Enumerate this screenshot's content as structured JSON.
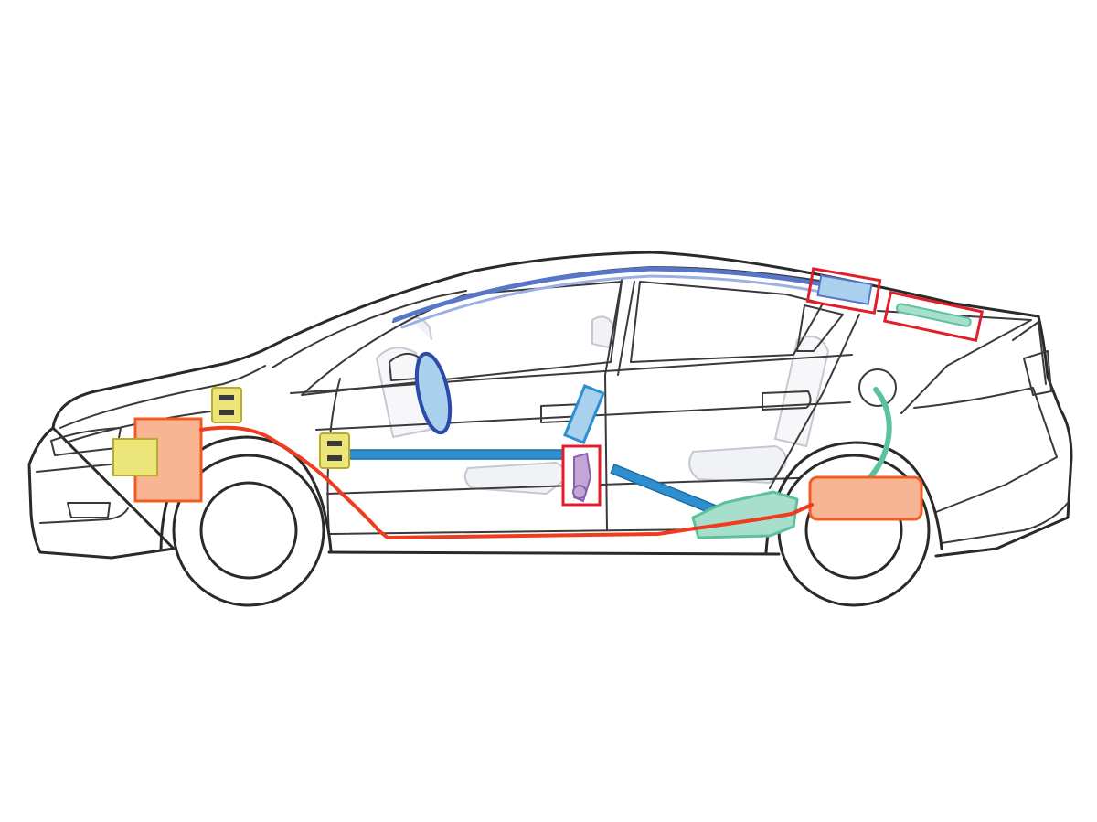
{
  "colors": {
    "background": "#ffffff",
    "body_line": "#2a2a2a",
    "ghost_interior": "#c5c8d2",
    "roof_rail_blue": "#5876c8",
    "bar_blue": "#2e8fd0",
    "airbag_fill": "#a9d1ee",
    "airbag_stroke": "#2c4ba8",
    "red_line": "#ef3b1f",
    "red_frame": "#e21e2a",
    "orange_fill": "#f7b593",
    "orange_stroke": "#f25c22",
    "yellow_fill": "#ece67a",
    "green_fill": "#a8dfcc",
    "green_stroke": "#5cc29b",
    "purple_fill": "#c3a6d6"
  },
  "icons": [
    "car-side-view",
    "airbag",
    "battery-pack",
    "control-unit",
    "sensor",
    "wiring-harness"
  ]
}
